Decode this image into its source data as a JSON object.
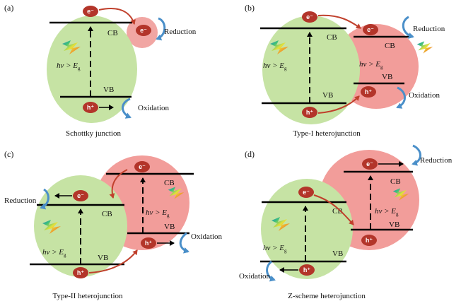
{
  "colors": {
    "semiconductor_green": "#c6e3a4",
    "semiconductor_red": "#f29d9a",
    "metal_red": "#f1a6a3",
    "charge_fill": "#b3352a",
    "arrow_red": "#c0402c",
    "arrow_blue": "#4a8fc9",
    "band_line": "#000000"
  },
  "panels": [
    {
      "tag": "(a)",
      "caption": "Schottky junction",
      "cb": "CB",
      "vb": "VB",
      "reduction": "Reduction",
      "oxidation": "Oxidation",
      "electron": "e⁻",
      "hole": "h⁺",
      "excitation": "hν > E",
      "excitation_sub": "g"
    },
    {
      "tag": "(b)",
      "caption": "Type-I heterojunction",
      "cb_left": "CB",
      "vb_left": "VB",
      "cb_right": "CB",
      "vb_right": "VB",
      "reduction": "Reduction",
      "oxidation": "Oxidation",
      "electron_left": "e⁻",
      "electron_right": "e⁻",
      "hole_left": "h⁺",
      "hole_right": "h⁺",
      "excitation_left": "hν > E",
      "excitation_right": "hν > E",
      "excitation_sub": "g"
    },
    {
      "tag": "(c)",
      "caption": "Type-II heterojunction",
      "cb_left": "CB",
      "vb_left": "VB",
      "cb_right": "CB",
      "vb_right": "VB",
      "reduction": "Reduction",
      "oxidation": "Oxidation",
      "electron_left": "e⁻",
      "electron_right": "e⁻",
      "hole_left": "h⁺",
      "hole_right": "h⁺",
      "excitation_left": "hν > E",
      "excitation_right": "hν > E",
      "excitation_sub": "g"
    },
    {
      "tag": "(d)",
      "caption": "Z-scheme heterojunction",
      "cb_left": "CB",
      "vb_left": "VB",
      "cb_right": "CB",
      "vb_right": "VB",
      "reduction": "Reduction",
      "oxidation": "Oxidation",
      "electron_left": "e⁻",
      "electron_right": "e⁻",
      "hole_left": "h⁺",
      "hole_right": "h⁺",
      "excitation_left": "hν > E",
      "excitation_right": "hν > E",
      "excitation_sub": "g"
    }
  ]
}
